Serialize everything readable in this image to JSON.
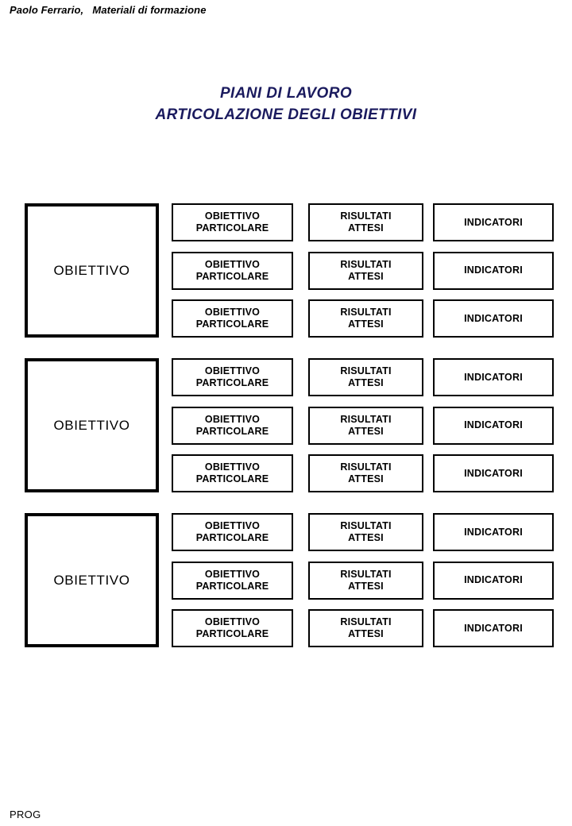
{
  "header": {
    "text": "Paolo Ferrario,   Materiali di formazione"
  },
  "title": {
    "color": "#1a1a5e",
    "line1": "PIANI DI LAVORO",
    "line2": "ARTICOLAZIONE DEGLI OBIETTIVI"
  },
  "diagram": {
    "column_labels": {
      "particolare": "OBIETTIVO\nPARTICOLARE",
      "risultati": "RISULTATI\nATTESI",
      "indicatori": "INDICATORI"
    },
    "groups": [
      {
        "main_label": "OBIETTIVO",
        "rows": [
          {
            "particolare": "OBIETTIVO\nPARTICOLARE",
            "risultati": "RISULTATI\nATTESI",
            "indicatori": "INDICATORI"
          },
          {
            "particolare": "OBIETTIVO\nPARTICOLARE",
            "risultati": "RISULTATI\nATTESI",
            "indicatori": "INDICATORI"
          },
          {
            "particolare": "OBIETTIVO\nPARTICOLARE",
            "risultati": "RISULTATI\nATTESI",
            "indicatori": "INDICATORI"
          }
        ]
      },
      {
        "main_label": "OBIETTIVO",
        "rows": [
          {
            "particolare": "OBIETTIVO\nPARTICOLARE",
            "risultati": "RISULTATI\nATTESI",
            "indicatori": "INDICATORI"
          },
          {
            "particolare": "OBIETTIVO\nPARTICOLARE",
            "risultati": "RISULTATI\nATTESI",
            "indicatori": "INDICATORI"
          },
          {
            "particolare": "OBIETTIVO\nPARTICOLARE",
            "risultati": "RISULTATI\nATTESI",
            "indicatori": "INDICATORI"
          }
        ]
      },
      {
        "main_label": "OBIETTIVO",
        "rows": [
          {
            "particolare": "OBIETTIVO\nPARTICOLARE",
            "risultati": "RISULTATI\nATTESI",
            "indicatori": "INDICATORI"
          },
          {
            "particolare": "OBIETTIVO\nPARTICOLARE",
            "risultati": "RISULTATI\nATTESI",
            "indicatori": "INDICATORI"
          },
          {
            "particolare": "OBIETTIVO\nPARTICOLARE",
            "risultati": "RISULTATI\nATTESI",
            "indicatori": "INDICATORI"
          }
        ]
      }
    ]
  },
  "footer": {
    "text": "PROG"
  }
}
